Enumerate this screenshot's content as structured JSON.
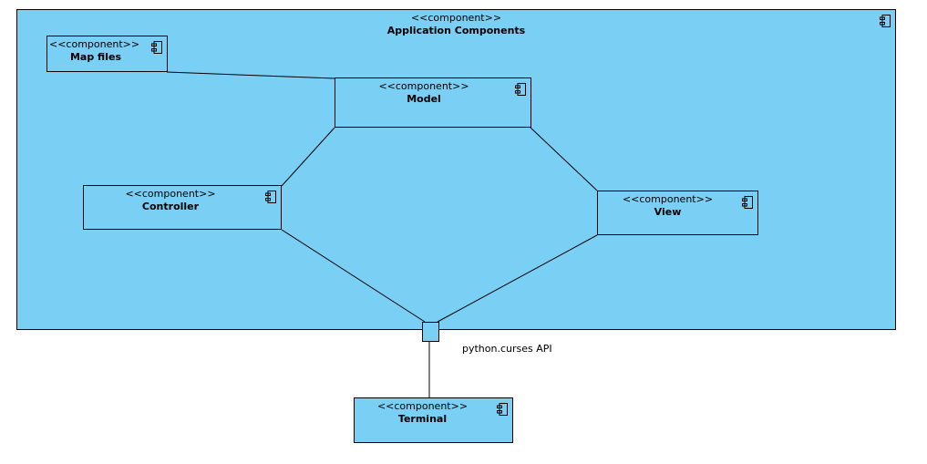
{
  "colors": {
    "fill": "#7ACFF5",
    "stroke": "#000000"
  },
  "stereotype": "<<component>>",
  "container": {
    "name": "Application Components"
  },
  "components": {
    "map_files": {
      "name": "Map files"
    },
    "model": {
      "name": "Model"
    },
    "controller": {
      "name": "Controller"
    },
    "view": {
      "name": "View"
    },
    "terminal": {
      "name": "Terminal"
    }
  },
  "port": {
    "label": "python.curses API"
  },
  "icons": {
    "component": "component-icon"
  }
}
